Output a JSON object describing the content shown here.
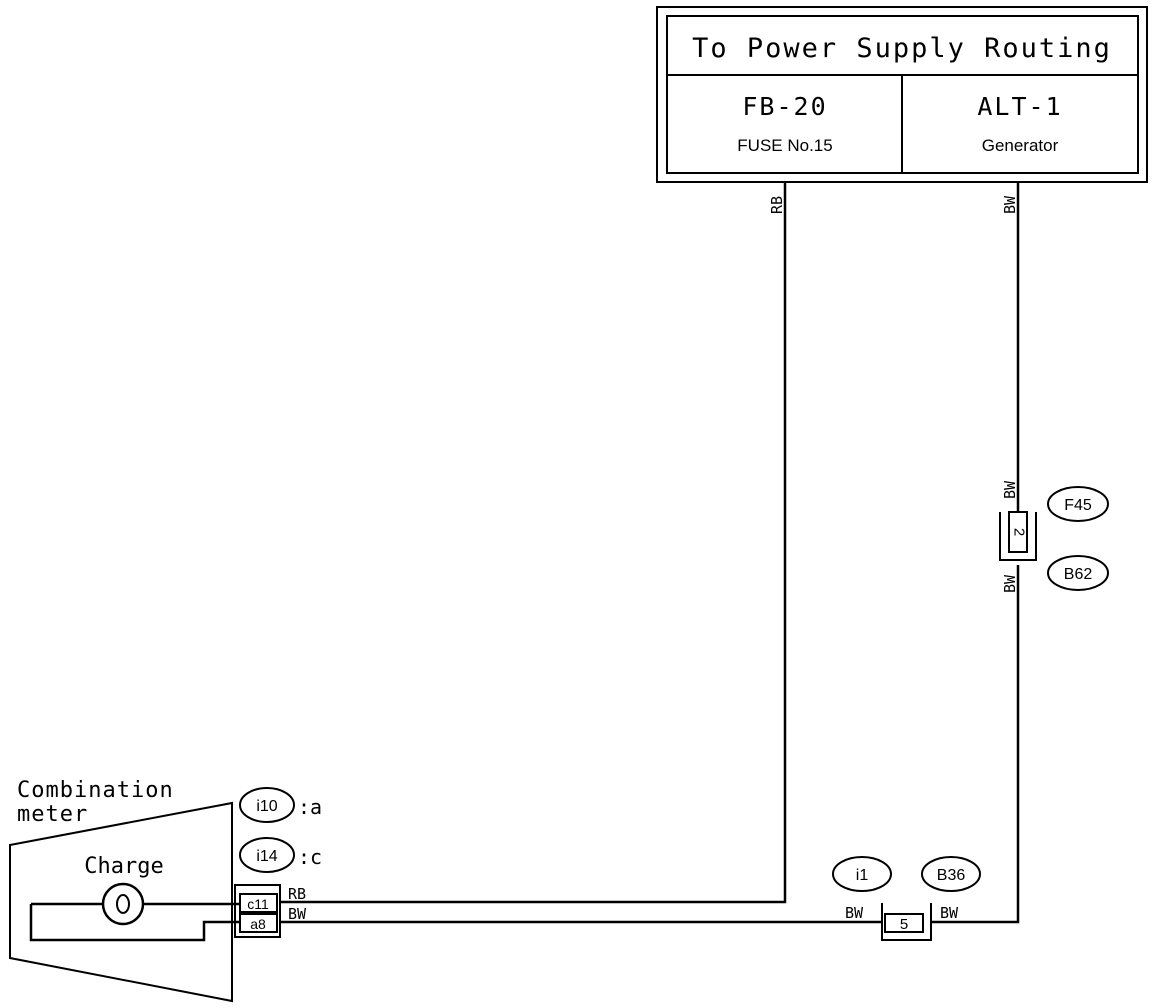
{
  "header": {
    "title": "To Power Supply Routing",
    "left_cell": {
      "code": "FB-20",
      "label": "FUSE No.15"
    },
    "right_cell": {
      "code": "ALT-1",
      "label": "Generator"
    }
  },
  "wires": {
    "rb": "RB",
    "bw": "BW"
  },
  "connectors": {
    "f45": "F45",
    "b62": "B62",
    "f45_pin": "2",
    "i1": "i1",
    "b36": "B36",
    "i1_pin": "5",
    "i10": "i10",
    "i10_suffix": ":a",
    "i14": "i14",
    "i14_suffix": ":c",
    "meter_pin_c": "c11",
    "meter_pin_a": "a8"
  },
  "meter": {
    "title_line1": "Combination",
    "title_line2": "meter",
    "lamp_label": "Charge"
  },
  "colors": {
    "line": "#000000",
    "background": "#ffffff"
  }
}
